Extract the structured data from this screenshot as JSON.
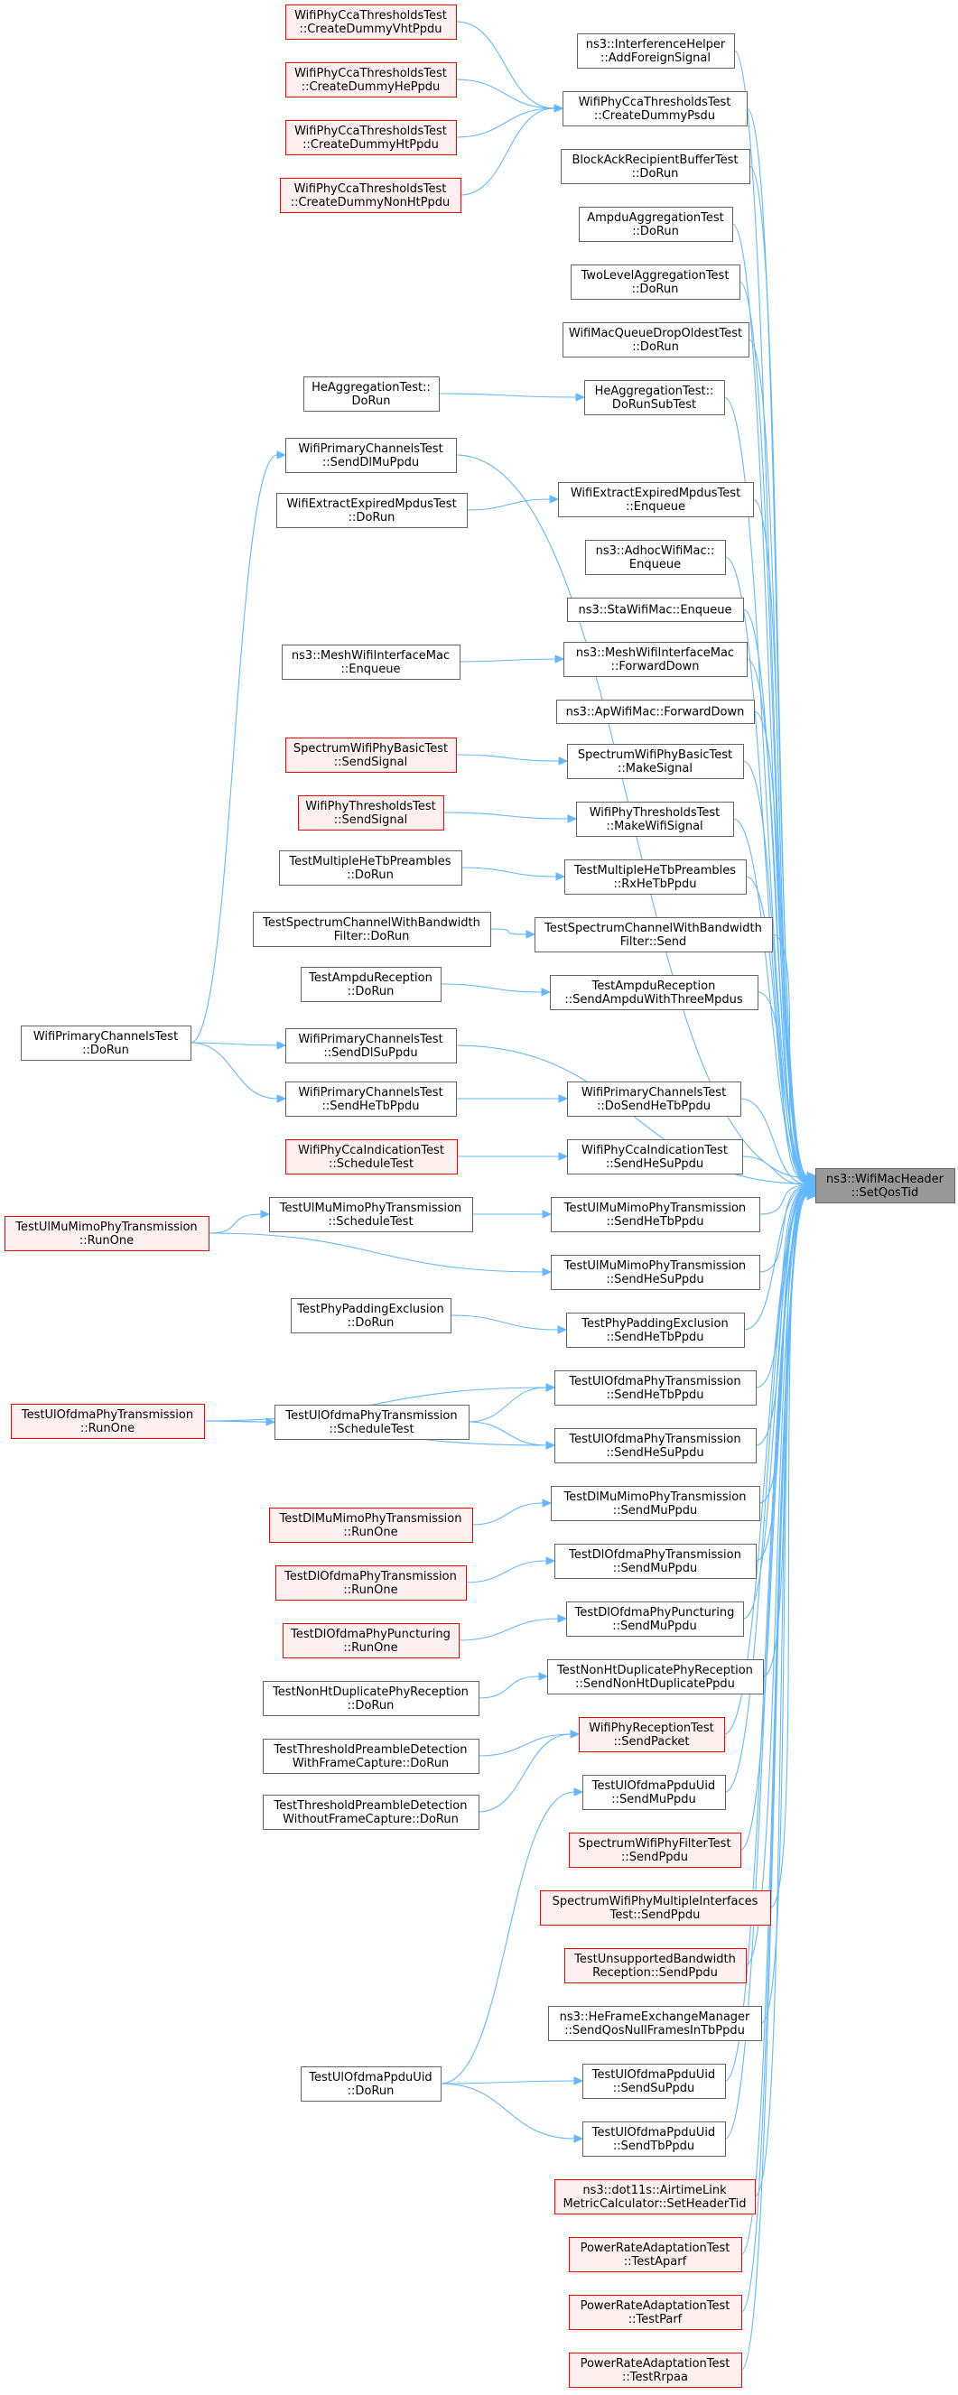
{
  "colors": {
    "edge": "#63b8ff",
    "node_border": "#666666",
    "node_fill": "#ffffff",
    "red_border": "#ff0000",
    "red_fill": "#fff0f0",
    "focus_fill": "#999999",
    "focus_border": "#666666"
  },
  "nodes": [
    {
      "id": "n0",
      "lines": [
        "ns3::WifiMacHeader",
        "::SetQosTid"
      ],
      "style": "focus"
    },
    {
      "id": "c1",
      "lines": [
        "ns3::InterferenceHelper",
        "::AddForeignSignal"
      ],
      "style": "normal"
    },
    {
      "id": "c2",
      "lines": [
        "WifiPhyCcaThresholdsTest",
        "::CreateDummyPsdu"
      ],
      "style": "normal"
    },
    {
      "id": "c3",
      "lines": [
        "BlockAckRecipientBufferTest",
        "::DoRun"
      ],
      "style": "normal"
    },
    {
      "id": "c4",
      "lines": [
        "AmpduAggregationTest",
        "::DoRun"
      ],
      "style": "normal"
    },
    {
      "id": "c5",
      "lines": [
        "TwoLevelAggregationTest",
        "::DoRun"
      ],
      "style": "normal"
    },
    {
      "id": "c6",
      "lines": [
        "WifiMacQueueDropOldestTest",
        "::DoRun"
      ],
      "style": "normal"
    },
    {
      "id": "c7",
      "lines": [
        "HeAggregationTest::",
        "DoRunSubTest"
      ],
      "style": "normal"
    },
    {
      "id": "c8",
      "lines": [
        "WifiPrimaryChannelsTest",
        "::SendDlMuPpdu"
      ],
      "style": "normal"
    },
    {
      "id": "c9",
      "lines": [
        "WifiExtractExpiredMpdusTest",
        "::Enqueue"
      ],
      "style": "normal"
    },
    {
      "id": "c10",
      "lines": [
        "ns3::AdhocWifiMac::",
        "Enqueue"
      ],
      "style": "normal"
    },
    {
      "id": "c11",
      "lines": [
        "ns3::StaWifiMac::Enqueue"
      ],
      "style": "normal"
    },
    {
      "id": "c12",
      "lines": [
        "ns3::MeshWifiInterfaceMac",
        "::ForwardDown"
      ],
      "style": "normal"
    },
    {
      "id": "c13",
      "lines": [
        "ns3::ApWifiMac::ForwardDown"
      ],
      "style": "normal"
    },
    {
      "id": "c14",
      "lines": [
        "SpectrumWifiPhyBasicTest",
        "::MakeSignal"
      ],
      "style": "normal"
    },
    {
      "id": "c15",
      "lines": [
        "WifiPhyThresholdsTest",
        "::MakeWifiSignal"
      ],
      "style": "normal"
    },
    {
      "id": "c16",
      "lines": [
        "TestMultipleHeTbPreambles",
        "::RxHeTbPpdu"
      ],
      "style": "normal"
    },
    {
      "id": "c17",
      "lines": [
        "TestSpectrumChannelWithBandwidth",
        "Filter::Send"
      ],
      "style": "normal"
    },
    {
      "id": "c18",
      "lines": [
        "TestAmpduReception",
        "::SendAmpduWithThreeMpdus"
      ],
      "style": "normal"
    },
    {
      "id": "c19",
      "lines": [
        "WifiPrimaryChannelsTest",
        "::SendDlSuPpdu"
      ],
      "style": "normal"
    },
    {
      "id": "c20",
      "lines": [
        "WifiPrimaryChannelsTest",
        "::DoSendHeTbPpdu"
      ],
      "style": "normal"
    },
    {
      "id": "c21",
      "lines": [
        "WifiPhyCcaIndicationTest",
        "::SendHeSuPpdu"
      ],
      "style": "normal"
    },
    {
      "id": "c22",
      "lines": [
        "TestUlMuMimoPhyTransmission",
        "::SendHeTbPpdu"
      ],
      "style": "normal"
    },
    {
      "id": "c23",
      "lines": [
        "TestUlMuMimoPhyTransmission",
        "::SendHeSuPpdu"
      ],
      "style": "normal"
    },
    {
      "id": "c24",
      "lines": [
        "TestPhyPaddingExclusion",
        "::SendHeTbPpdu"
      ],
      "style": "normal"
    },
    {
      "id": "c25",
      "lines": [
        "TestUlOfdmaPhyTransmission",
        "::SendHeTbPpdu"
      ],
      "style": "normal"
    },
    {
      "id": "c26",
      "lines": [
        "TestUlOfdmaPhyTransmission",
        "::SendHeSuPpdu"
      ],
      "style": "normal"
    },
    {
      "id": "c27",
      "lines": [
        "TestDlMuMimoPhyTransmission",
        "::SendMuPpdu"
      ],
      "style": "normal"
    },
    {
      "id": "c28",
      "lines": [
        "TestDlOfdmaPhyTransmission",
        "::SendMuPpdu"
      ],
      "style": "normal"
    },
    {
      "id": "c29",
      "lines": [
        "TestDlOfdmaPhyPuncturing",
        "::SendMuPpdu"
      ],
      "style": "normal"
    },
    {
      "id": "c30",
      "lines": [
        "TestNonHtDuplicatePhyReception",
        "::SendNonHtDuplicatePpdu"
      ],
      "style": "normal"
    },
    {
      "id": "c31",
      "lines": [
        "WifiPhyReceptionTest",
        "::SendPacket"
      ],
      "style": "red"
    },
    {
      "id": "c32",
      "lines": [
        "TestUlOfdmaPpduUid",
        "::SendMuPpdu"
      ],
      "style": "normal"
    },
    {
      "id": "c33",
      "lines": [
        "SpectrumWifiPhyFilterTest",
        "::SendPpdu"
      ],
      "style": "red"
    },
    {
      "id": "c34",
      "lines": [
        "SpectrumWifiPhyMultipleInterfaces",
        "Test::SendPpdu"
      ],
      "style": "red"
    },
    {
      "id": "c35",
      "lines": [
        "TestUnsupportedBandwidth",
        "Reception::SendPpdu"
      ],
      "style": "red"
    },
    {
      "id": "c36",
      "lines": [
        "ns3::HeFrameExchangeManager",
        "::SendQosNullFramesInTbPpdu"
      ],
      "style": "normal"
    },
    {
      "id": "c37",
      "lines": [
        "TestUlOfdmaPpduUid",
        "::SendSuPpdu"
      ],
      "style": "normal"
    },
    {
      "id": "c38",
      "lines": [
        "TestUlOfdmaPpduUid",
        "::SendTbPpdu"
      ],
      "style": "normal"
    },
    {
      "id": "c39",
      "lines": [
        "ns3::dot11s::AirtimeLink",
        "MetricCalculator::SetHeaderTid"
      ],
      "style": "red"
    },
    {
      "id": "c40",
      "lines": [
        "PowerRateAdaptationTest",
        "::TestAparf"
      ],
      "style": "red"
    },
    {
      "id": "c41",
      "lines": [
        "PowerRateAdaptationTest",
        "::TestParf"
      ],
      "style": "red"
    },
    {
      "id": "c42",
      "lines": [
        "PowerRateAdaptationTest",
        "::TestRrpaa"
      ],
      "style": "red"
    },
    {
      "id": "a1",
      "lines": [
        "WifiPhyCcaThresholdsTest",
        "::CreateDummyVhtPpdu"
      ],
      "style": "red"
    },
    {
      "id": "a2",
      "lines": [
        "WifiPhyCcaThresholdsTest",
        "::CreateDummyHePpdu"
      ],
      "style": "red"
    },
    {
      "id": "a3",
      "lines": [
        "WifiPhyCcaThresholdsTest",
        "::CreateDummyHtPpdu"
      ],
      "style": "red"
    },
    {
      "id": "a4",
      "lines": [
        "WifiPhyCcaThresholdsTest",
        "::CreateDummyNonHtPpdu"
      ],
      "style": "red"
    },
    {
      "id": "a5",
      "lines": [
        "HeAggregationTest::",
        "DoRun"
      ],
      "style": "normal"
    },
    {
      "id": "a6",
      "lines": [
        "WifiExtractExpiredMpdusTest",
        "::DoRun"
      ],
      "style": "normal"
    },
    {
      "id": "a7",
      "lines": [
        "ns3::MeshWifiInterfaceMac",
        "::Enqueue"
      ],
      "style": "normal"
    },
    {
      "id": "a8",
      "lines": [
        "SpectrumWifiPhyBasicTest",
        "::SendSignal"
      ],
      "style": "red"
    },
    {
      "id": "a9",
      "lines": [
        "WifiPhyThresholdsTest",
        "::SendSignal"
      ],
      "style": "red"
    },
    {
      "id": "a10",
      "lines": [
        "TestMultipleHeTbPreambles",
        "::DoRun"
      ],
      "style": "normal"
    },
    {
      "id": "a11",
      "lines": [
        "TestSpectrumChannelWithBandwidth",
        "Filter::DoRun"
      ],
      "style": "normal"
    },
    {
      "id": "a12",
      "lines": [
        "TestAmpduReception",
        "::DoRun"
      ],
      "style": "normal"
    },
    {
      "id": "a13",
      "lines": [
        "WifiPrimaryChannelsTest",
        "::SendHeTbPpdu"
      ],
      "style": "normal"
    },
    {
      "id": "a14",
      "lines": [
        "WifiPhyCcaIndicationTest",
        "::ScheduleTest"
      ],
      "style": "red"
    },
    {
      "id": "a15",
      "lines": [
        "TestUlMuMimoPhyTransmission",
        "::ScheduleTest"
      ],
      "style": "normal"
    },
    {
      "id": "a16",
      "lines": [
        "TestPhyPaddingExclusion",
        "::DoRun"
      ],
      "style": "normal"
    },
    {
      "id": "a17",
      "lines": [
        "TestUlOfdmaPhyTransmission",
        "::ScheduleTest"
      ],
      "style": "normal"
    },
    {
      "id": "a18",
      "lines": [
        "TestDlMuMimoPhyTransmission",
        "::RunOne"
      ],
      "style": "red"
    },
    {
      "id": "a19",
      "lines": [
        "TestDlOfdmaPhyTransmission",
        "::RunOne"
      ],
      "style": "red"
    },
    {
      "id": "a20",
      "lines": [
        "TestDlOfdmaPhyPuncturing",
        "::RunOne"
      ],
      "style": "red"
    },
    {
      "id": "a21",
      "lines": [
        "TestNonHtDuplicatePhyReception",
        "::DoRun"
      ],
      "style": "normal"
    },
    {
      "id": "a22",
      "lines": [
        "TestThresholdPreambleDetection",
        "WithFrameCapture::DoRun"
      ],
      "style": "normal"
    },
    {
      "id": "a23",
      "lines": [
        "TestThresholdPreambleDetection",
        "WithoutFrameCapture::DoRun"
      ],
      "style": "normal"
    },
    {
      "id": "a24",
      "lines": [
        "TestUlOfdmaPpduUid",
        "::DoRun"
      ],
      "style": "normal"
    },
    {
      "id": "b1",
      "lines": [
        "WifiPrimaryChannelsTest",
        "::DoRun"
      ],
      "style": "normal"
    },
    {
      "id": "b2",
      "lines": [
        "TestUlMuMimoPhyTransmission",
        "::RunOne"
      ],
      "style": "red"
    },
    {
      "id": "b3",
      "lines": [
        "TestUlOfdmaPhyTransmission",
        "::RunOne"
      ],
      "style": "red"
    }
  ],
  "edges": [
    [
      "c1",
      "n0"
    ],
    [
      "c2",
      "n0"
    ],
    [
      "c3",
      "n0"
    ],
    [
      "c4",
      "n0"
    ],
    [
      "c5",
      "n0"
    ],
    [
      "c6",
      "n0"
    ],
    [
      "c7",
      "n0"
    ],
    [
      "c8",
      "n0"
    ],
    [
      "c9",
      "n0"
    ],
    [
      "c10",
      "n0"
    ],
    [
      "c11",
      "n0"
    ],
    [
      "c12",
      "n0"
    ],
    [
      "c13",
      "n0"
    ],
    [
      "c14",
      "n0"
    ],
    [
      "c15",
      "n0"
    ],
    [
      "c16",
      "n0"
    ],
    [
      "c17",
      "n0"
    ],
    [
      "c18",
      "n0"
    ],
    [
      "c19",
      "n0"
    ],
    [
      "c20",
      "n0"
    ],
    [
      "c21",
      "n0"
    ],
    [
      "c22",
      "n0"
    ],
    [
      "c23",
      "n0"
    ],
    [
      "c24",
      "n0"
    ],
    [
      "c25",
      "n0"
    ],
    [
      "c26",
      "n0"
    ],
    [
      "c27",
      "n0"
    ],
    [
      "c28",
      "n0"
    ],
    [
      "c29",
      "n0"
    ],
    [
      "c30",
      "n0"
    ],
    [
      "c31",
      "n0"
    ],
    [
      "c32",
      "n0"
    ],
    [
      "c33",
      "n0"
    ],
    [
      "c34",
      "n0"
    ],
    [
      "c35",
      "n0"
    ],
    [
      "c36",
      "n0"
    ],
    [
      "c37",
      "n0"
    ],
    [
      "c38",
      "n0"
    ],
    [
      "c39",
      "n0"
    ],
    [
      "c40",
      "n0"
    ],
    [
      "c41",
      "n0"
    ],
    [
      "c42",
      "n0"
    ],
    [
      "a1",
      "c2"
    ],
    [
      "a2",
      "c2"
    ],
    [
      "a3",
      "c2"
    ],
    [
      "a4",
      "c2"
    ],
    [
      "a5",
      "c7"
    ],
    [
      "a6",
      "c9"
    ],
    [
      "a7",
      "c12"
    ],
    [
      "a8",
      "c14"
    ],
    [
      "a9",
      "c15"
    ],
    [
      "a10",
      "c16"
    ],
    [
      "a11",
      "c17"
    ],
    [
      "a12",
      "c18"
    ],
    [
      "a13",
      "c20"
    ],
    [
      "a14",
      "c21"
    ],
    [
      "a15",
      "c22"
    ],
    [
      "a16",
      "c24"
    ],
    [
      "a17",
      "c25"
    ],
    [
      "a17",
      "c26"
    ],
    [
      "a18",
      "c27"
    ],
    [
      "a19",
      "c28"
    ],
    [
      "a20",
      "c29"
    ],
    [
      "a21",
      "c30"
    ],
    [
      "a22",
      "c31"
    ],
    [
      "a23",
      "c31"
    ],
    [
      "a24",
      "c32"
    ],
    [
      "a24",
      "c37"
    ],
    [
      "a24",
      "c38"
    ],
    [
      "b1",
      "c8"
    ],
    [
      "b1",
      "c19"
    ],
    [
      "b1",
      "a13"
    ],
    [
      "b2",
      "a15"
    ],
    [
      "b2",
      "c23"
    ],
    [
      "b3",
      "a17"
    ],
    [
      "b3",
      "c25"
    ],
    [
      "b3",
      "c26"
    ]
  ]
}
